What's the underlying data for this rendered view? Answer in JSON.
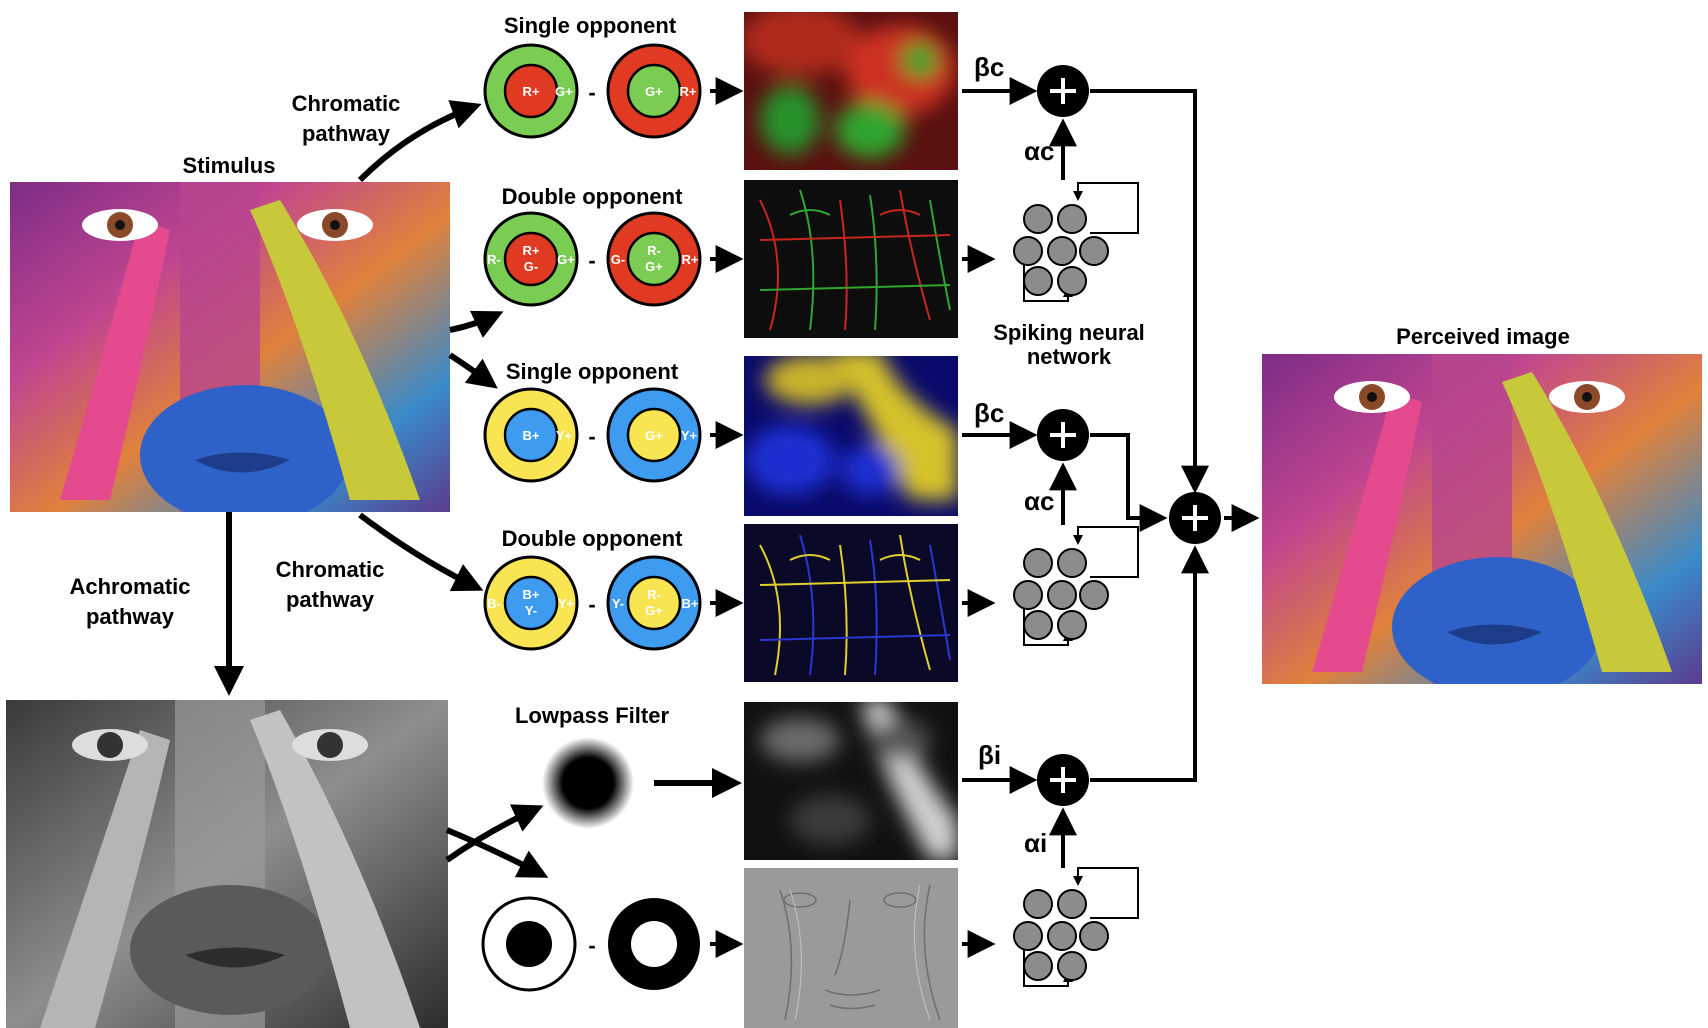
{
  "labels": {
    "stimulus": "Stimulus",
    "chromatic_pathway_1": "Chromatic",
    "chromatic_pathway_2": "pathway",
    "achromatic_pathway_1": "Achromatic",
    "achromatic_pathway_2": "pathway",
    "single_opponent": "Single opponent",
    "double_opponent": "Double opponent",
    "lowpass_filter": "Lowpass Filter",
    "snn_1": "Spiking neural",
    "snn_2": "network",
    "perceived_image": "Perceived image"
  },
  "rf": {
    "rg_so_a_center": "R+",
    "rg_so_a_ring": "G+",
    "rg_so_b_center": "G+",
    "rg_so_b_ring": "R+",
    "rg_do_a_center_1": "R+",
    "rg_do_a_center_2": "G-",
    "rg_do_a_ring_left": "R-",
    "rg_do_a_ring_right": "G+",
    "rg_do_b_center_1": "R-",
    "rg_do_b_center_2": "G+",
    "rg_do_b_ring_left": "G-",
    "rg_do_b_ring_right": "R+",
    "by_so_a_center": "B+",
    "by_so_a_ring": "Y+",
    "by_so_b_center": "G+",
    "by_so_b_ring": "Y+",
    "by_do_a_center_1": "B+",
    "by_do_a_center_2": "Y-",
    "by_do_a_ring_left": "B-",
    "by_do_a_ring_right": "Y+",
    "by_do_b_center_1": "R-",
    "by_do_b_center_2": "G+",
    "by_do_b_ring_left": "Y-",
    "by_do_b_ring_right": "B+"
  },
  "greek": {
    "beta_c": "βc",
    "alpha_c": "αc",
    "beta_i": "βi",
    "alpha_i": "αi"
  },
  "minus": "-",
  "colors": {
    "green": "#7acd52",
    "red": "#e03a22",
    "yellow": "#f9e552",
    "blue": "#3d9bf0",
    "neuron": "#8c8c8c"
  }
}
